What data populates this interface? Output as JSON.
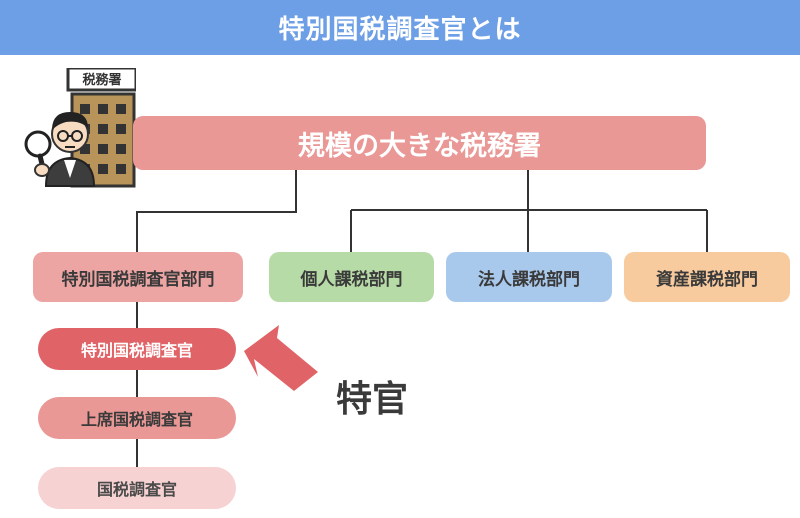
{
  "header": {
    "title": "特別国税調査官とは"
  },
  "illustration": {
    "sign_text": "税務署",
    "icons": [
      "tax-office-building-icon",
      "inspector-person-icon",
      "magnifying-glass-icon"
    ]
  },
  "org": {
    "top": "規模の大きな税務署",
    "departments": [
      "特別国税調査官部門",
      "個人課税部門",
      "法人課税部門",
      "資産課税部門"
    ],
    "ranks": [
      "特別国税調査官",
      "上席国税調査官",
      "国税調査官"
    ]
  },
  "callout": {
    "label": "特官",
    "arrow_color": "#e06467"
  },
  "colors": {
    "header": "#6d9fe6",
    "top_box": "#e99896",
    "dept_special": "#eda5a4",
    "dept_individual": "#b7dba6",
    "dept_corporate": "#a9c9ec",
    "dept_asset": "#f8cb9f",
    "rank_special": "#e06467",
    "rank_senior": "#e99896",
    "rank_officer": "#f6d2d2"
  }
}
